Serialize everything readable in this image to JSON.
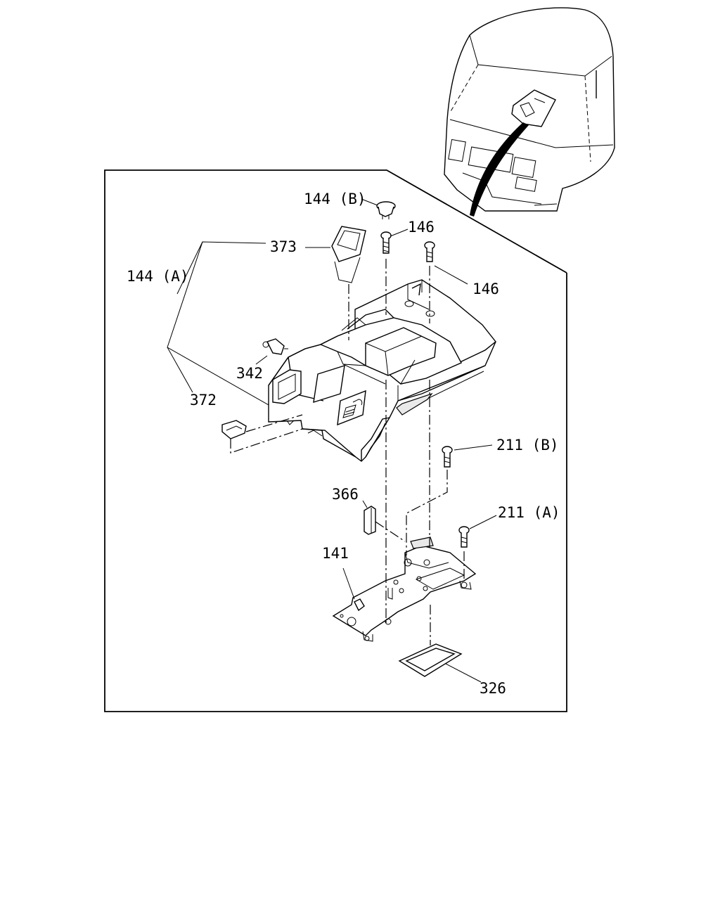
{
  "diagram": {
    "type": "exploded-parts-diagram",
    "callouts": [
      {
        "id": "c144b",
        "text": "144 (B)"
      },
      {
        "id": "c146a",
        "text": "146"
      },
      {
        "id": "c146b",
        "text": "146"
      },
      {
        "id": "c373",
        "text": "373"
      },
      {
        "id": "c144a",
        "text": "144 (A)"
      },
      {
        "id": "c342",
        "text": "342"
      },
      {
        "id": "c372",
        "text": "372"
      },
      {
        "id": "c211b",
        "text": "211 (B)"
      },
      {
        "id": "c366",
        "text": "366"
      },
      {
        "id": "c211a",
        "text": "211 (A)"
      },
      {
        "id": "c141",
        "text": "141"
      },
      {
        "id": "c326",
        "text": "326"
      }
    ]
  }
}
